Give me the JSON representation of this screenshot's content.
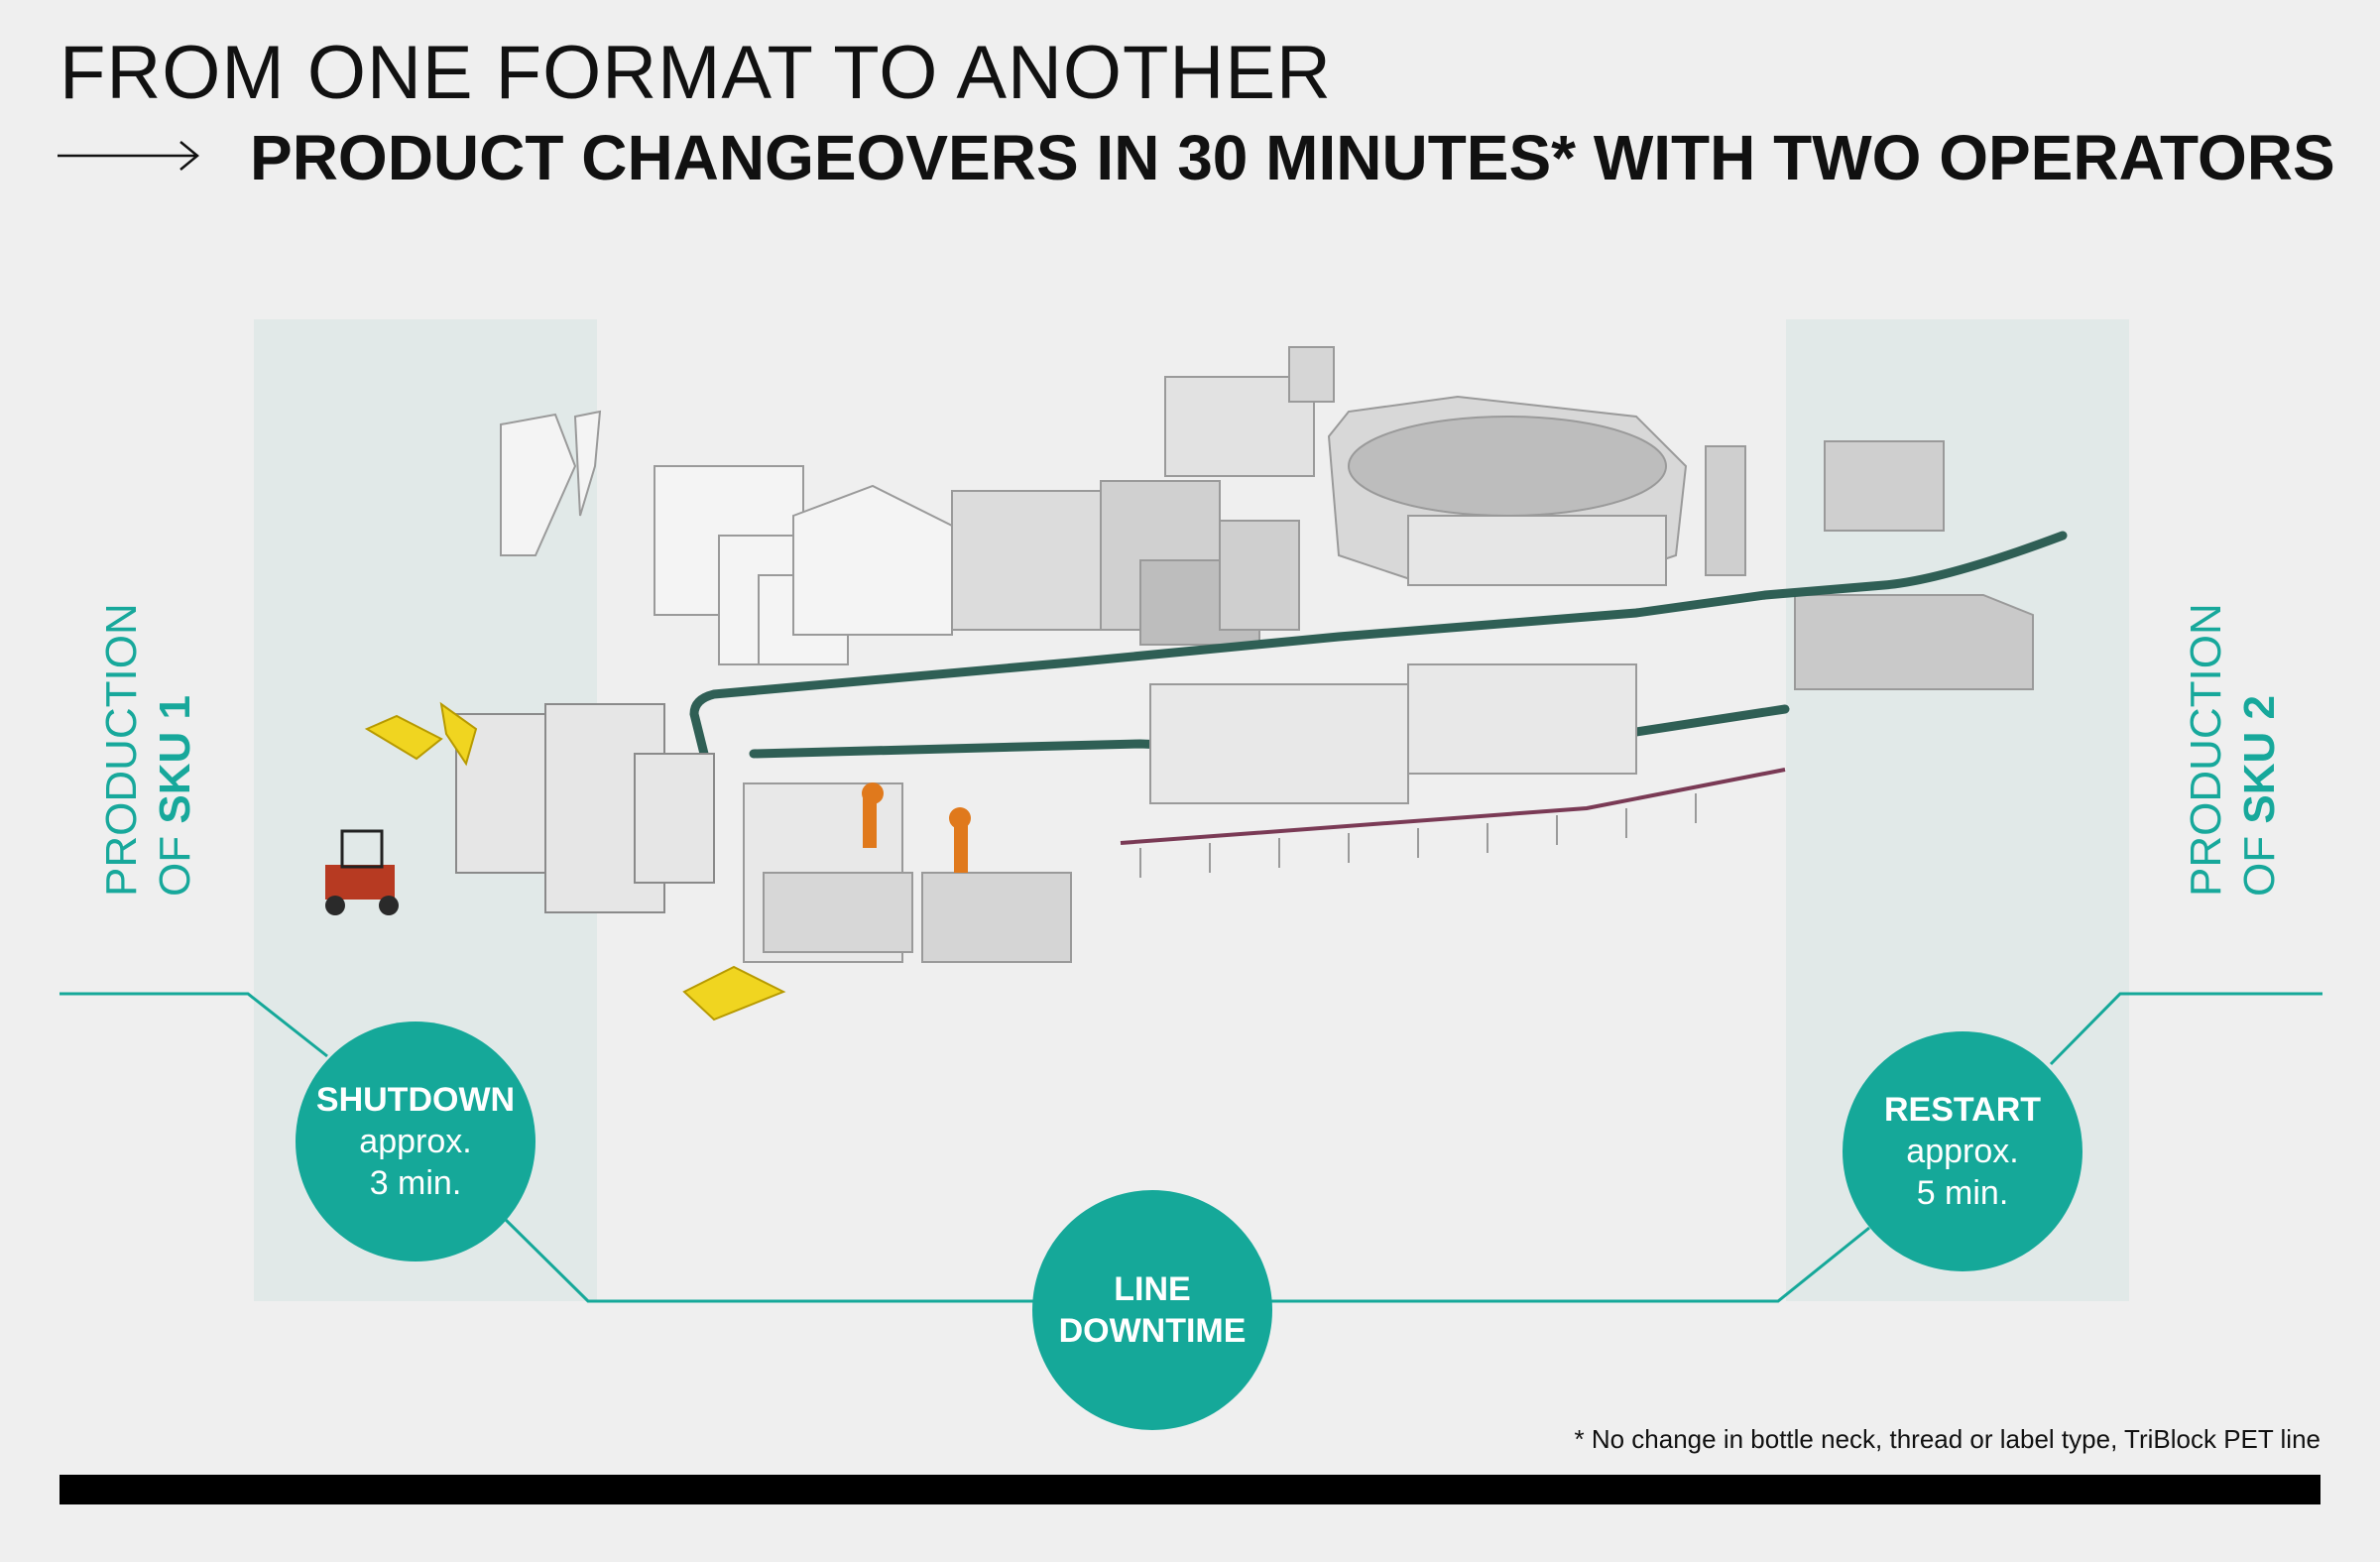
{
  "header": {
    "title_line1": "FROM ONE FORMAT TO ANOTHER",
    "title_line2": "PRODUCT CHANGEOVERS IN 30 MINUTES* WITH TWO OPERATORS"
  },
  "left_label": {
    "prefix": "PRODUCTION",
    "of": "OF",
    "sku": "SKU 1"
  },
  "right_label": {
    "prefix": "PRODUCTION",
    "of": "OF",
    "sku": "SKU 2"
  },
  "steps": {
    "shutdown": {
      "title": "SHUTDOWN",
      "line1": "approx.",
      "line2": "3 min."
    },
    "downtime": {
      "title_line1": "LINE",
      "title_line2": "DOWNTIME"
    },
    "restart": {
      "title": "RESTART",
      "line1": "approx.",
      "line2": "5 min."
    }
  },
  "footnote": "* No change in bottle neck, thread or label type, TriBlock PET line",
  "colors": {
    "accent": "#15a899",
    "band": "#e1e9e8",
    "background": "#efefef",
    "text": "#111111"
  },
  "icons": [
    "arrow-right-icon",
    "production-line-illustration"
  ]
}
